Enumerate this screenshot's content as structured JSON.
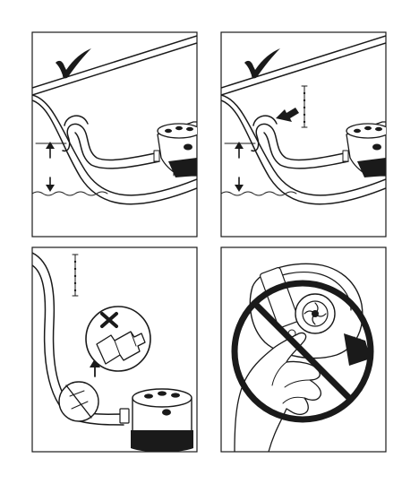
{
  "figure": {
    "panels": [
      {
        "id": "panel-1",
        "result": "correct",
        "symbol": "check-icon"
      },
      {
        "id": "panel-2",
        "result": "correct",
        "symbol": "check-icon"
      },
      {
        "id": "panel-3",
        "result": "incorrect",
        "symbol": "cross-icon"
      },
      {
        "id": "panel-4",
        "result": "prohibited",
        "symbol": "prohibition-icon"
      }
    ],
    "colors": {
      "ink": "#1a1a1a",
      "paper": "#ffffff"
    }
  }
}
